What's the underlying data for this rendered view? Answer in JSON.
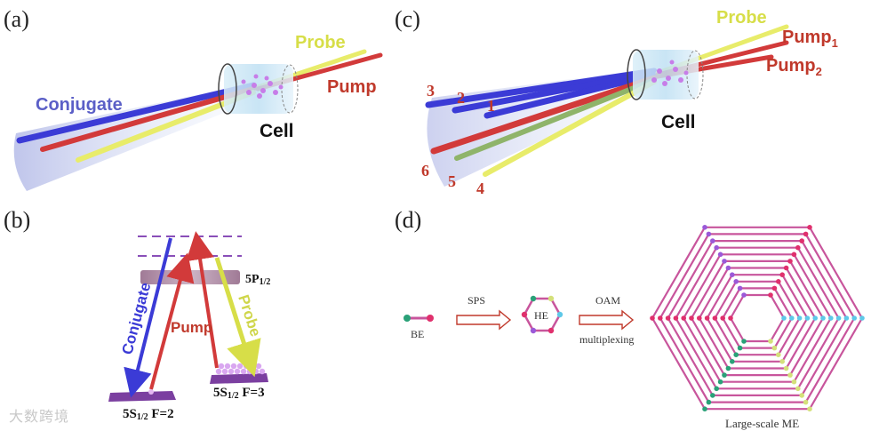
{
  "panels": {
    "a": {
      "letter": "(a)",
      "probe": "Probe",
      "pump": "Pump",
      "conjugate": "Conjugate",
      "cell": "Cell"
    },
    "b": {
      "letter": "(b)",
      "level_5p_main": "5P",
      "level_5p_sub": "1/2",
      "conjugate": "Conjugate",
      "pump": "Pump",
      "probe": "Probe",
      "level_f2_main": "5S",
      "level_f2_sub": "1/2",
      "level_f2_tail": " F=2",
      "level_f3_main": "5S",
      "level_f3_sub": "1/2",
      "level_f3_tail": " F=3"
    },
    "c": {
      "letter": "(c)",
      "probe": "Probe",
      "pump1_main": "Pump",
      "pump1_sub": "1",
      "pump2_main": "Pump",
      "pump2_sub": "2",
      "cell": "Cell",
      "beam_numbers": [
        "1",
        "2",
        "3",
        "4",
        "5",
        "6"
      ]
    },
    "d": {
      "letter": "(d)",
      "be": "BE",
      "sps": "SPS",
      "he": "HE",
      "oam": "OAM",
      "multiplexing": "multiplexing",
      "large_scale": "Large-scale ME"
    }
  },
  "watermark": "大数跨境",
  "colors": {
    "red_label": "#c0392b",
    "blue_beam": "#3b3bd6",
    "yellow_beam": "#e8ec6a",
    "red_beam": "#d23a3a",
    "hex_edge": "#c8559c",
    "node_green": "#2aa178",
    "node_pink": "#e0306d",
    "node_purple": "#9b59d8",
    "node_yellow": "#d4e07a",
    "node_blue": "#5ec8e8"
  }
}
